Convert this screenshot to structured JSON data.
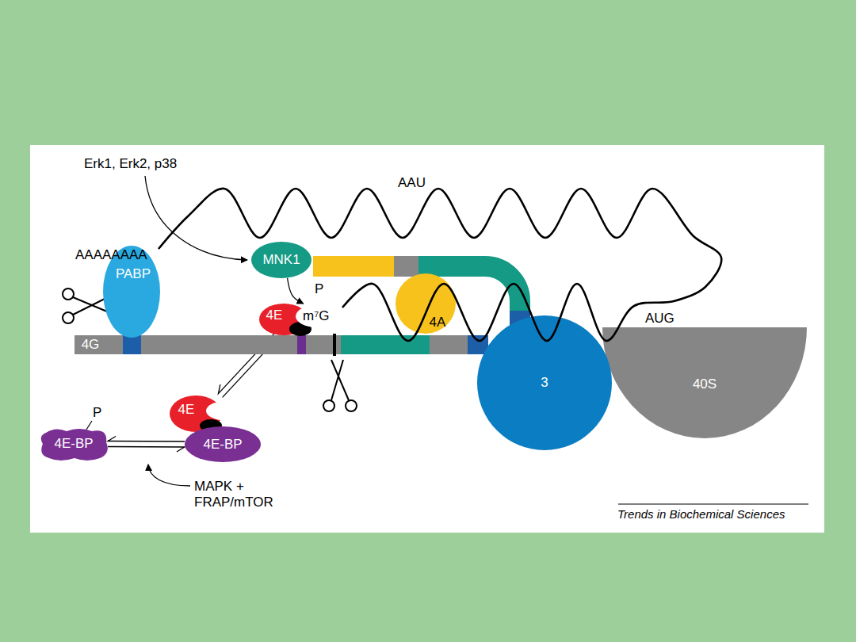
{
  "diagram": {
    "nodes": [
      {
        "text": [
          "4G"
        ]
      },
      {
        "text": [
          "PABP"
        ]
      },
      {
        "text": [
          "MNK1"
        ]
      },
      {
        "text": [
          "4E"
        ]
      },
      {
        "text": [
          "4A"
        ]
      },
      {
        "text": [
          "3"
        ]
      },
      {
        "text": [
          "40S"
        ]
      },
      {
        "text": [
          "4E"
        ]
      },
      {
        "text": [
          "4E-BP"
        ]
      },
      {
        "text": [
          "4E-BP"
        ]
      }
    ],
    "edges": [
      {
        "from": 2,
        "to": 3,
        "arrow": "to"
      },
      {
        "from": 3,
        "to": 7,
        "arrow": "both"
      },
      {
        "from": 9,
        "to": 8,
        "arrow": "both"
      }
    ],
    "labels": [
      "Erk1, Erk2, p38",
      "AAU",
      "AAAAAAAA",
      "P",
      "m⁷G",
      "AUG",
      "P",
      "MAPK + FRAP/mTOR",
      "Trends in Biochemical Sciences"
    ]
  }
}
